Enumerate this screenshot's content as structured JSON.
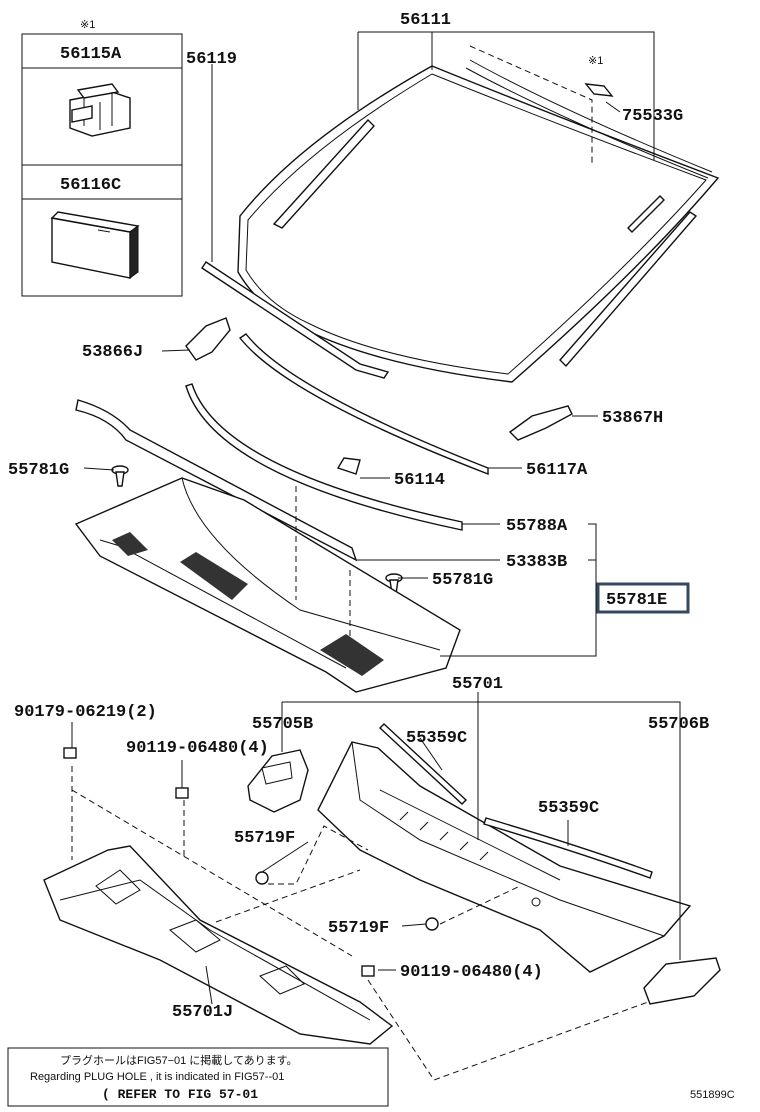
{
  "note_mark": "※1",
  "inset": {
    "part1": "56115A",
    "part2": "56116C"
  },
  "labels": {
    "p56111": "56111",
    "p56119": "56119",
    "p75533G": "75533G",
    "mark_75533G": "※1",
    "p53866J": "53866J",
    "p53867H": "53867H",
    "p56114": "56114",
    "p56117A": "56117A",
    "p55781G_a": "55781G",
    "p55788A": "55788A",
    "p53383B": "53383B",
    "p55781G_b": "55781G",
    "p55781E": "55781E",
    "p55701": "55701",
    "p90179": "90179-06219(2)",
    "p55705B": "55705B",
    "p55706B": "55706B",
    "p90119_a": "90119-06480(4)",
    "p55359C_a": "55359C",
    "p55359C_b": "55359C",
    "p55719F_a": "55719F",
    "p55719F_b": "55719F",
    "p90119_b": "90119-06480(4)",
    "p55701J": "55701J"
  },
  "note": {
    "line1": "プラグホールはFIG57−01 に掲載してあります。",
    "line2": "Regarding PLUG HOLE , it is indicated in FIG57--01",
    "line3": "( REFER TO FIG 57-01"
  },
  "figure_code": "551899C"
}
